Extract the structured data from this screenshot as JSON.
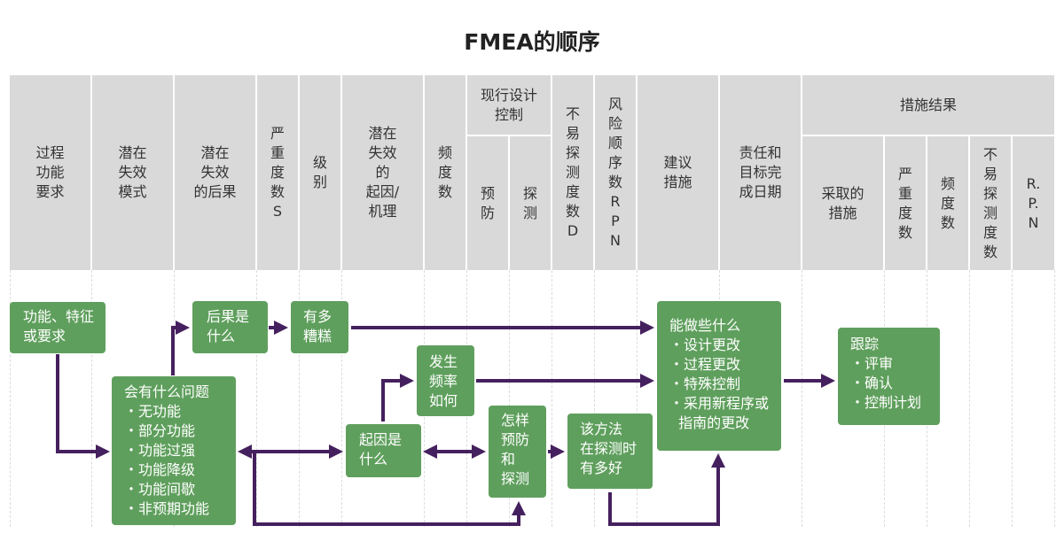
{
  "title": "FMEA的顺序",
  "header": {
    "process_function": "过程\n功能\n要求",
    "potential_failure_mode": "潜在\n失效\n模式",
    "potential_failure_effect": "潜在\n失效\n的后果",
    "severity": "严\n重\n度\n数\nS",
    "class": "级\n别",
    "potential_cause": "潜在\n失效\n的\n起因/\n机理",
    "occurrence": "频\n度\n数",
    "current_controls": "现行设计\n控制",
    "prevention": "预\n防",
    "detection": "探\n测",
    "detection_rating": "不\n易\n探\n测\n度\n数\nD",
    "rpn": "风\n险\n顺\n序\n数\nR\nP\nN",
    "recommended_actions": "建议\n措施",
    "responsibility": "责任和\n目标完\n成日期",
    "action_results": "措施结果",
    "actions_taken": "采取的\n措施",
    "res_severity": "严\n重\n度\n数",
    "res_occurrence": "频\n度\n数",
    "res_detection": "不\n易\n探\n测\n度\n数",
    "res_rpn": "R.\nP.\nN"
  },
  "boxes": {
    "function": {
      "text": "功能、特征\n或要求"
    },
    "what_wrong": {
      "text": "会有什么问题",
      "items": [
        "・无功能",
        "・部分功能",
        "・功能过强",
        "・功能降级",
        "・功能间歇",
        "・非预期功能"
      ]
    },
    "effects": {
      "text": "后果是\n什么"
    },
    "how_bad": {
      "text": "有多\n糟糕"
    },
    "causes": {
      "text": "起因是\n什么"
    },
    "frequency": {
      "text": "发生\n频率\n如何"
    },
    "prevent_detect": {
      "text": "怎样\n预防\n和\n探测"
    },
    "method_good": {
      "text": "该方法\n在探测时\n有多好"
    },
    "what_can_do": {
      "text": "能做些什么",
      "items": [
        "・设计更改",
        "・过程更改",
        "・特殊控制",
        "・采用新程序或\n  指南的更改"
      ]
    },
    "follow_up": {
      "text": "跟踪",
      "items": [
        "・评审",
        "・确认",
        "・控制计划"
      ]
    }
  },
  "colors": {
    "header_bg": "#d9d9d9",
    "box_green": "#5f9f5d",
    "arrow_purple": "#45205e"
  }
}
